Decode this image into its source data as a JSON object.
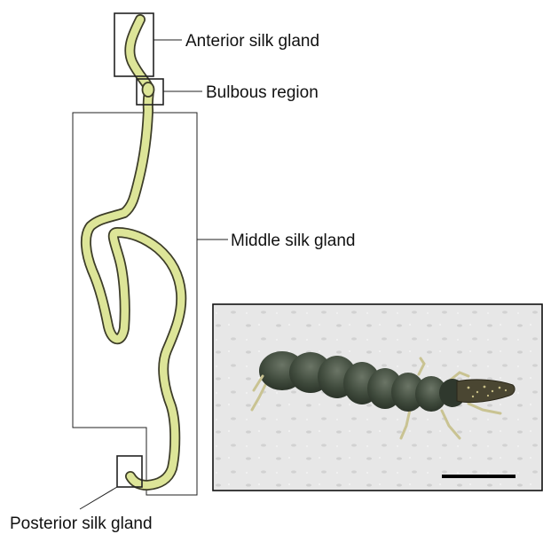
{
  "labels": {
    "anterior": "Anterior silk gland",
    "bulbous": "Bulbous region",
    "middle": "Middle silk gland",
    "posterior": "Posterior silk gland"
  },
  "colors": {
    "gland_fill": "#dde598",
    "gland_outline": "#3c3c28",
    "box_stroke": "#222222",
    "photo_background": "#e5e5e5",
    "larva_body": "#3f4a3c",
    "larva_legs": "#c9c392",
    "scale_bar": "#000000"
  }
}
